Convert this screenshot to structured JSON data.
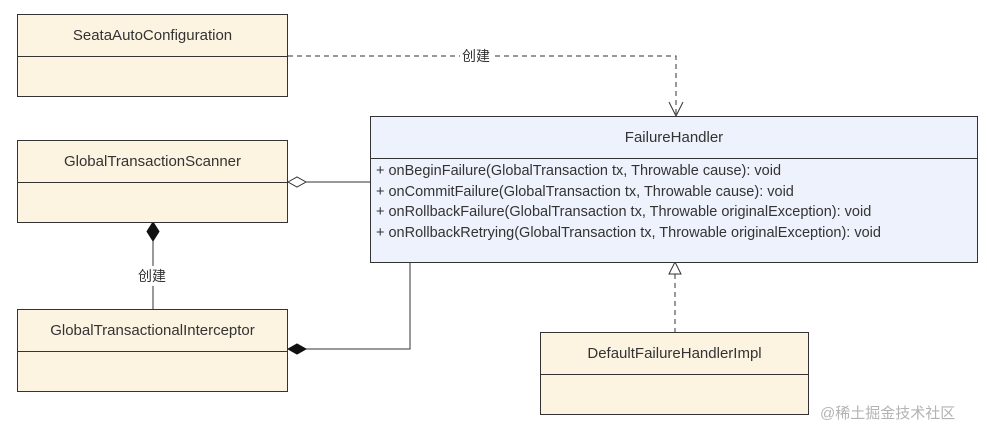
{
  "classes": {
    "seata_auto_configuration": "SeataAutoConfiguration",
    "global_transaction_scanner": "GlobalTransactionScanner",
    "global_transactional_interceptor": "GlobalTransactionalInterceptor",
    "failure_handler": "FailureHandler",
    "default_failure_handler_impl": "DefaultFailureHandlerImpl"
  },
  "failure_handler_methods": [
    "+ onBeginFailure(GlobalTransaction tx, Throwable cause): void",
    "+ onCommitFailure(GlobalTransaction tx, Throwable cause): void",
    "+ onRollbackFailure(GlobalTransaction tx, Throwable originalException): void",
    "+ onRollbackRetrying(GlobalTransaction tx, Throwable originalException): void"
  ],
  "relations": {
    "create_label_top": "创建",
    "create_label_left": "创建"
  },
  "watermark": "@稀土掘金技术社区",
  "colors": {
    "class_fill": "#fdf3e1",
    "interface_fill": "#eef2fd",
    "stroke": "#333333"
  }
}
